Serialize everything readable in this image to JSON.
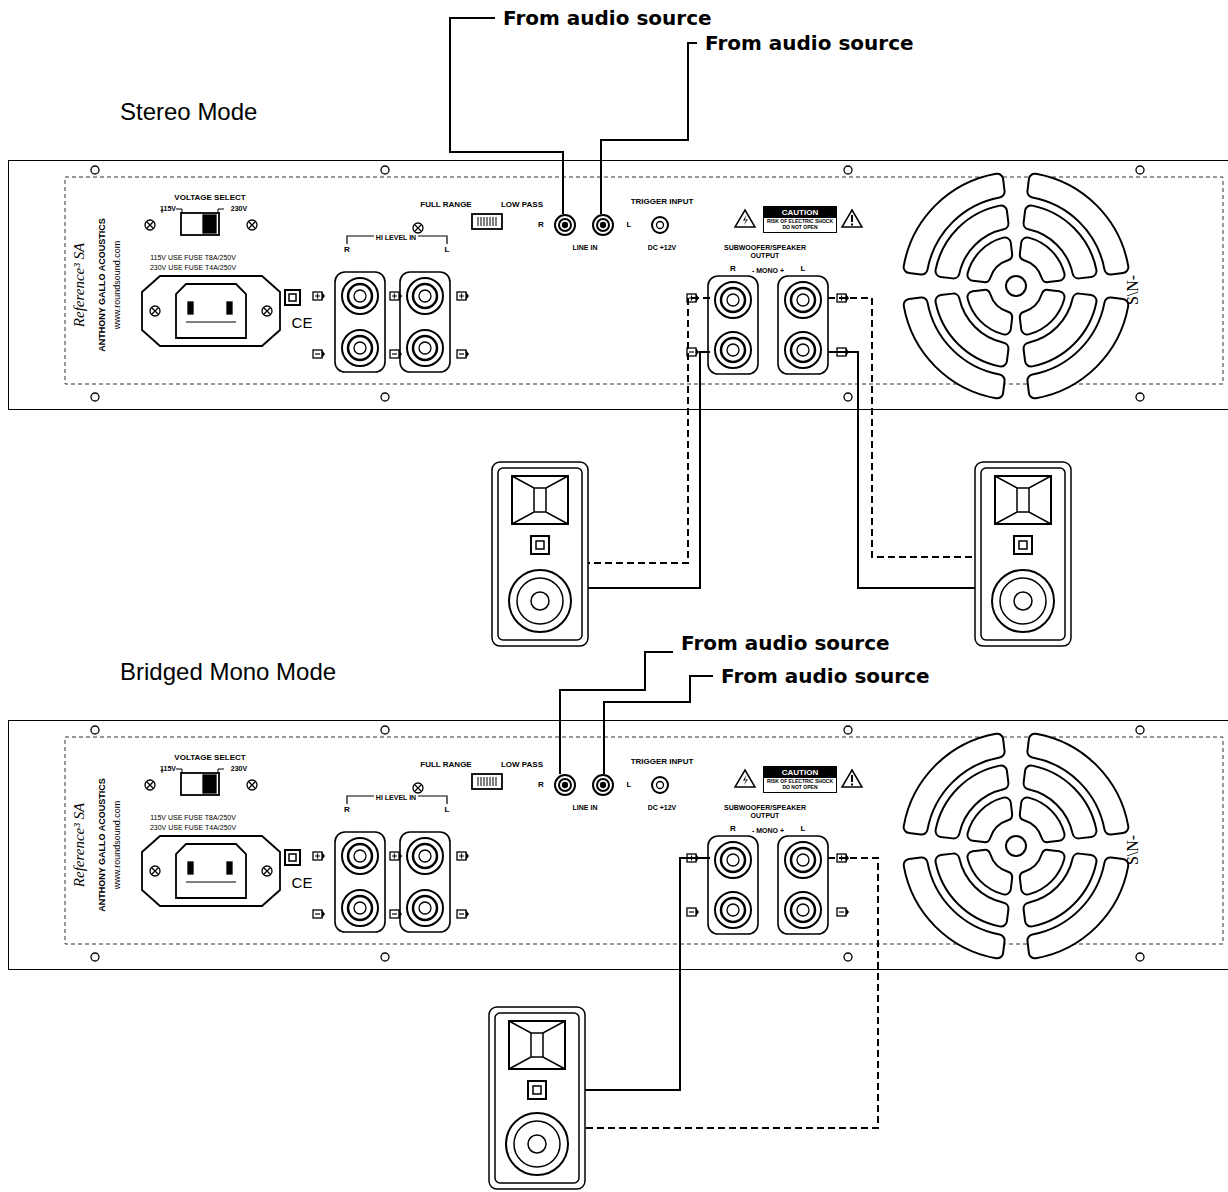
{
  "diagram": {
    "nodes": [
      {
        "text": [
          "Stereo Mode",
          "VOLTAGE SELECT",
          "115V",
          "230V",
          "115V USE FUSE T8A/250V",
          "230V USE FUSE T4A/250V",
          "Reference³ SA",
          "ANTHONY GALLO ACOUSTICS",
          "www.roundsound.com",
          "CE",
          "HI LEVEL IN",
          "R",
          "L",
          "FULL RANGE",
          "LOW PASS",
          "R",
          "L",
          "LINE IN",
          "TRIGGER INPUT",
          "DC +12V",
          "SUBWOOFER/SPEAKER OUTPUT",
          "R",
          "- MONO +",
          "L",
          "S\\N-"
        ]
      },
      {
        "text": [
          "CAUTION",
          "RISK OF ELECTRIC SHOCK DO NOT OPEN"
        ],
        "in": 0
      },
      {
        "text": [
          "Bridged Mono Mode",
          "VOLTAGE SELECT",
          "115V",
          "230V",
          "115V USE FUSE T8A/250V",
          "230V USE FUSE T4A/250V",
          "Reference³ SA",
          "ANTHONY GALLO ACOUSTICS",
          "www.roundsound.com",
          "CE",
          "HI LEVEL IN",
          "R",
          "L",
          "FULL RANGE",
          "LOW PASS",
          "R",
          "L",
          "LINE IN",
          "TRIGGER INPUT",
          "DC +12V",
          "SUBWOOFER/SPEAKER OUTPUT",
          "R",
          "- MONO +",
          "L",
          "S\\N-"
        ]
      },
      {
        "text": [
          "CAUTION",
          "RISK OF ELECTRIC SHOCK DO NOT OPEN"
        ],
        "in": 2
      }
    ],
    "labels": [
      "From audio source",
      "From audio source",
      "From audio source",
      "From audio source"
    ]
  }
}
